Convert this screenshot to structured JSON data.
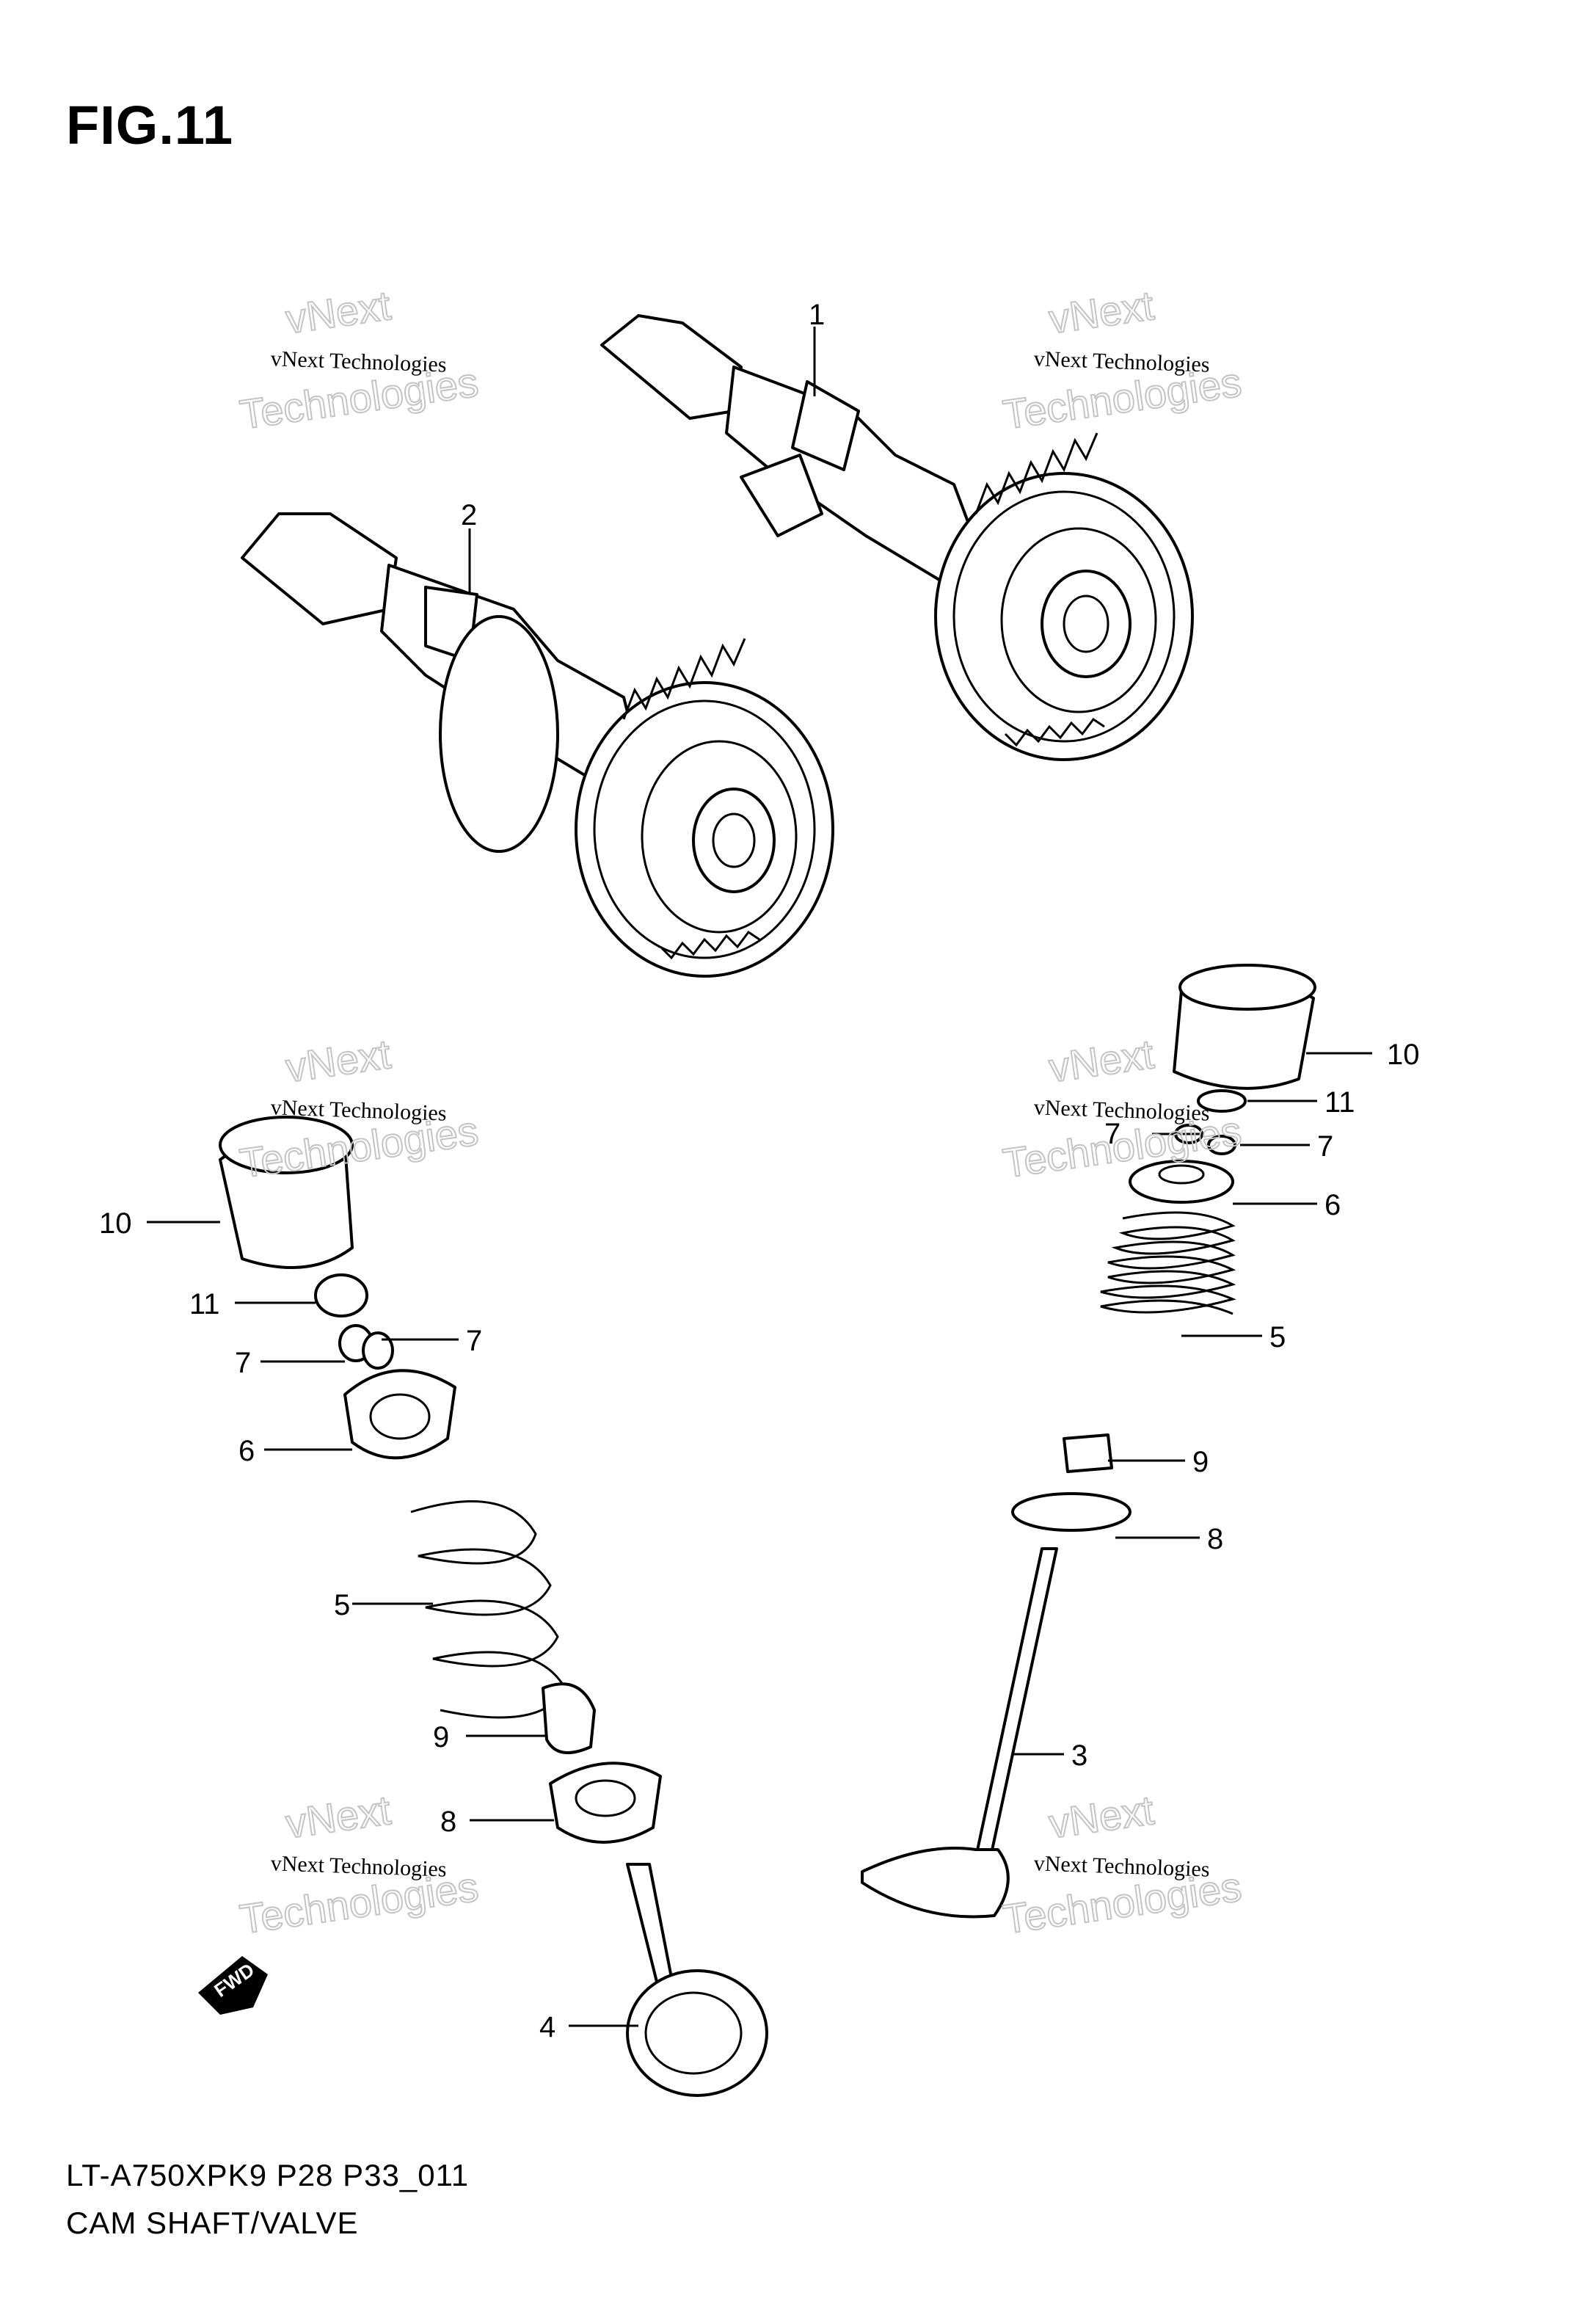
{
  "figure": {
    "title": "FIG.11"
  },
  "footer": {
    "model_code": "LT-A750XPK9 P28 P33_011",
    "caption": "CAM SHAFT/VALVE"
  },
  "watermark": {
    "company": "vNext Technologies",
    "line1": "vNext",
    "line2": "Technologies"
  },
  "fwd_arrow": {
    "label": "FWD"
  },
  "callouts": [
    {
      "id": "c1",
      "number": "1"
    },
    {
      "id": "c2",
      "number": "2"
    },
    {
      "id": "c10r",
      "number": "10"
    },
    {
      "id": "c11r",
      "number": "11"
    },
    {
      "id": "c7ra",
      "number": "7"
    },
    {
      "id": "c7rb",
      "number": "7"
    },
    {
      "id": "c6r",
      "number": "6"
    },
    {
      "id": "c5r",
      "number": "5"
    },
    {
      "id": "c9r",
      "number": "9"
    },
    {
      "id": "c8r",
      "number": "8"
    },
    {
      "id": "c3",
      "number": "3"
    },
    {
      "id": "c10l",
      "number": "10"
    },
    {
      "id": "c11l",
      "number": "11"
    },
    {
      "id": "c7la",
      "number": "7"
    },
    {
      "id": "c7lb",
      "number": "7"
    },
    {
      "id": "c6l",
      "number": "6"
    },
    {
      "id": "c5l",
      "number": "5"
    },
    {
      "id": "c9l",
      "number": "9"
    },
    {
      "id": "c8l",
      "number": "8"
    },
    {
      "id": "c4",
      "number": "4"
    }
  ]
}
